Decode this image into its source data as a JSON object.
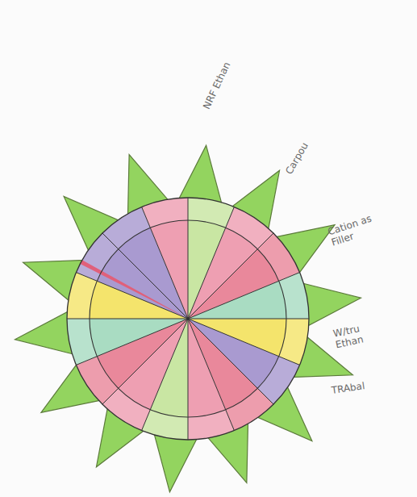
{
  "diagram": {
    "labels": [
      "NRF Ethan",
      "Carpou",
      "Cation as Filler",
      "W/tru Ethan",
      "TRAbal"
    ]
  }
}
